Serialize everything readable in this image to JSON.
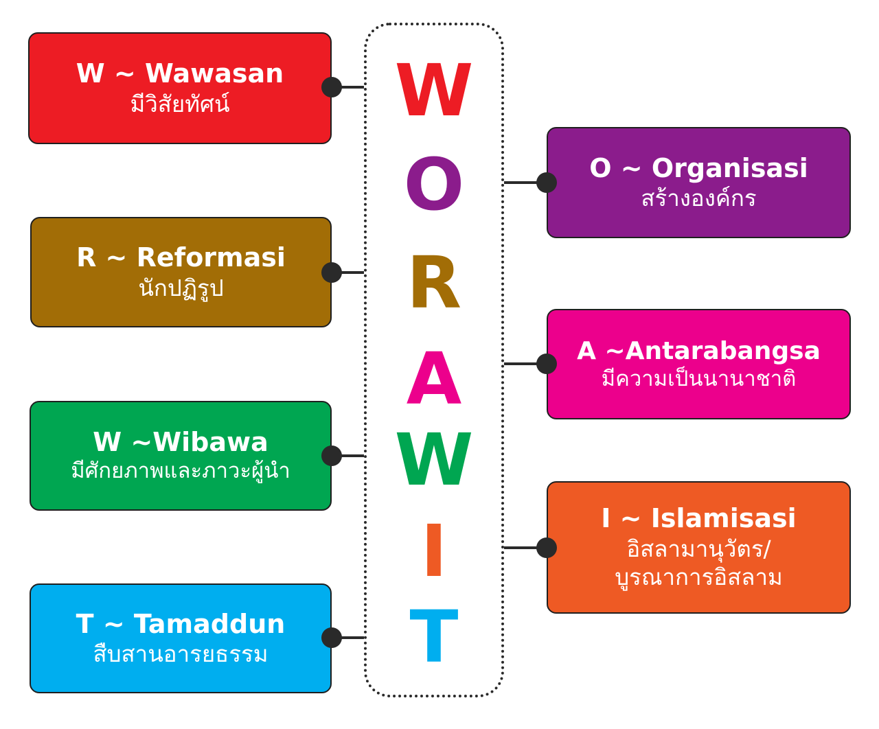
{
  "colors": {
    "wawasan": "#ED1C24",
    "organisasi": "#8B1C8C",
    "reformasi": "#A26D06",
    "antarabangsa": "#EC008C",
    "wibawa": "#00A651",
    "islamisasi": "#EE5A24",
    "tamaddun": "#00AEEF",
    "outline": "#1F1F1F"
  },
  "acronym": [
    "W",
    "O",
    "R",
    "A",
    "W",
    "I",
    "T"
  ],
  "boxes": {
    "wawasan": {
      "title": "W ~ Wawasan",
      "sub": "มีวิสัยทัศน์"
    },
    "organisasi": {
      "title": "O ~ Organisasi",
      "sub": "สร้างองค์กร"
    },
    "reformasi": {
      "title": "R ~ Reformasi",
      "sub": "นักปฏิรูป"
    },
    "antarabangsa": {
      "title": "A ~Antarabangsa",
      "sub": "มีความเป็นนานาชาติ"
    },
    "wibawa": {
      "title": "W ~Wibawa",
      "sub": "มีศักยภาพและภาวะผู้นำ"
    },
    "islamisasi": {
      "title": "I ~ Islamisasi",
      "sub": "อิสลามานุวัตร/",
      "sub2": "บูรณาการอิสลาม"
    },
    "tamaddun": {
      "title": "T ~ Tamaddun",
      "sub": "สืบสานอารยธรรม"
    }
  }
}
